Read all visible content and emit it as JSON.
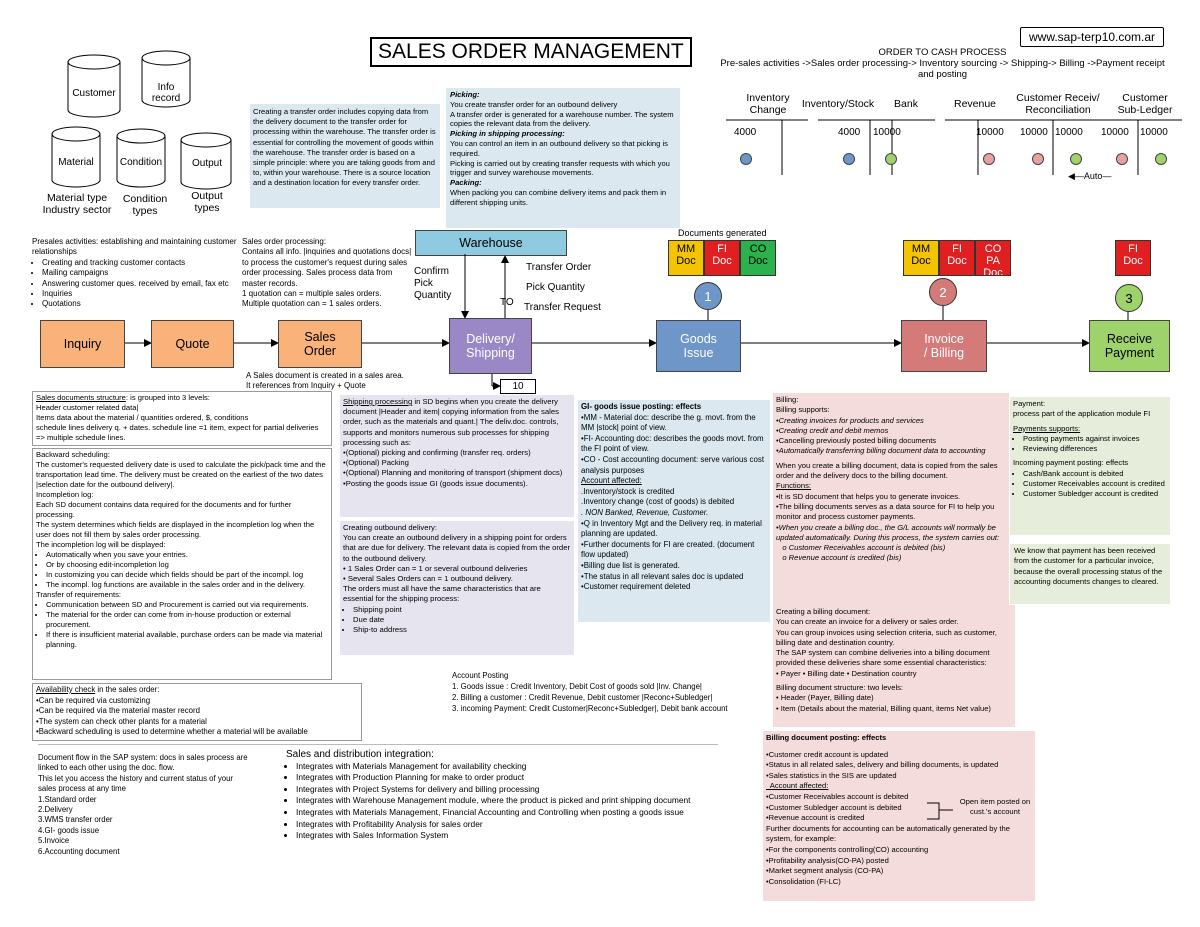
{
  "title": "SALES ORDER MANAGEMENT",
  "url": "www.sap-terp10.com.ar",
  "otc": {
    "heading": "ORDER TO CASH PROCESS",
    "line1": "Pre-sales activities ->Sales order processing-> Inventory sourcing -> Shipping-> Billing ->Payment receipt",
    "line2": "and posting"
  },
  "cylinders": {
    "customer": "Customer",
    "info": "Info\nrecord",
    "material": "Material",
    "condition": "Condition",
    "output": "Output",
    "material_caption": "Material type\nIndustry sector",
    "condition_caption": "Condition\ntypes",
    "output_caption": "Output\ntypes"
  },
  "transfer_box": "Creating a transfer order includes copying data from the delivery document to the transfer order for processing within the warehouse. The transfer order is essential for controlling the movement of goods within the warehouse. The transfer order is based on a simple principle: where you are taking goods from and to, within your warehouse. There is a source location and a destination location for every transfer order.",
  "picking_box": {
    "h1": "Picking:",
    "p1": "You create transfer order for an outbound delivery\nA transfer order is generated for a warehouse number. The system copies the relevant data from the delivery.",
    "h2": "Picking in shipping processing:",
    "p2": "You can control an item in an outbound delivery so that picking is required.\nPicking is carried out by creating transfer requests with which you trigger and survey warehouse movements.",
    "h3": "Packing:",
    "p3": "When packing you can combine delivery items and pack them in different shipping units."
  },
  "accounts": {
    "cols": [
      "Inventory\nChange",
      "Inventory/Stock",
      "Bank",
      "Revenue",
      "Customer Receiv/\nReconciliation",
      "Customer\nSub-Ledger"
    ],
    "values": [
      "4000",
      "4000",
      "10000",
      "10000",
      "10000",
      "10000",
      "10000",
      "10000"
    ],
    "auto": "Auto"
  },
  "docs_generated": "Documents generated",
  "doc_tags": {
    "mm": "MM\nDoc",
    "fi": "FI\nDoc",
    "co": "CO\nDoc",
    "mm2": "MM\nDoc",
    "fi2": "FI\nDoc",
    "copa": "CO\nPA\nDoc",
    "fi3": "FI\nDoc"
  },
  "warehouse": "Warehouse",
  "confirm": "Confirm\nPick\nQuantity",
  "transfer_order": "Transfer Order",
  "pick_qty": "Pick Quantity",
  "to": "TO",
  "transfer_request": "Transfer Request",
  "steps": {
    "inquiry": "Inquiry",
    "quote": "Quote",
    "sales_order": "Sales\nOrder",
    "delivery": "Delivery/\nShipping",
    "goods": "Goods\nIssue",
    "invoice": "Invoice\n/ Billing",
    "receive": "Receive\nPayment"
  },
  "markers": {
    "m1": "1",
    "m2": "2",
    "m3": "3",
    "m10": "10"
  },
  "presales": {
    "h": "Presales activities: establishing and maintaining customer relationships",
    "items": [
      "Creating and tracking customer contacts",
      "Mailing campaigns",
      "Answering customer ques. received by email, fax etc",
      "Inquiries",
      "Quotations"
    ]
  },
  "sop": {
    "text": "Sales order processing:\nContains all info. |inquiries and quotations docs| to process the customer's request during sales order processing. Sales process data from master records.\n1 quotation can = multiple sales orders.\nMultiple quotation can = 1 sales orders."
  },
  "sales_doc_note": "A Sales document is created in a sales area.\nIt references from Inquiry + Quote",
  "left_col": {
    "structure_h": "Sales documents structure",
    "structure_h2": ": is grouped into 3 levels:",
    "structure_items": [
      "Header        customer related data|",
      "Items           data about the material / quantities ordered, $, conditions",
      "schedule lines delivery q. + dates. schedule line =1 item, expect for partial deliveries => multiple schedule lines."
    ],
    "backward_h": "Backward scheduling:",
    "backward_t": "The customer's requested delivery date is used to calculate the pick/pack time and the transportation lead time. The delivery must be created on the earliest of the two dates |selection date for the outbound delivery|.",
    "incomp_h": "Incompletion log:",
    "incomp_t": "Each SD document contains data required for the documents and for further processing.\nThe system determines which fields are displayed in the incompletion log when the user does not fill them by sales order processing.\nThe incompletion log will be displayed:",
    "incomp_items": [
      "Automatically when you save your entries.",
      "Or by choosing edit-incompletion log",
      "In customizing you can decide which fields should be part of the incompl. log",
      "The incompl. log functions are available in the sales order and in the delivery."
    ],
    "transfer_h": "Transfer of requirements:",
    "transfer_items": [
      "Communication between SD and Procurement is carried out via requirements.",
      "The material for the order can come from in-house production or external procurement.",
      "If there is insufficient material available, purchase orders can be made via material planning."
    ],
    "avail_h": "Availability check",
    "avail_h2": " in the sales order:",
    "avail_items": [
      "•Can be required via customizing",
      "•Can be required via the material master record",
      "•The system can check other plants for a material",
      "•Backward scheduling is used to determine whether a material will be available"
    ],
    "docflow": "Document flow in the SAP system: docs in sales process are linked to each other using the doc. flow.\n This let you access the history and current status of your sales process at any time\n1.Standard order\n2.Delivery\n3.WMS transfer order\n4.GI- goods issue\n5.Invoice\n6.Accounting document"
  },
  "shipping_box": {
    "h": "Shipping processing",
    "t": " in SD begins when you create the delivery document |Header and item| copying information from the sales order, such as the materials and quant.| The deliv.doc. controls, supports and monitors numerous sub processes for shipping processing such as:",
    "items": [
      "•(Optional) picking and confirming (transfer req. orders)",
      "•(Optional) Packing",
      "•(Optional) Planning and monitoring of transport (shipment docs)",
      "•Posting the goods issue GI (goods issue documents)."
    ]
  },
  "outbound_box": {
    "h": "Creating outbound delivery:",
    "t": "You can create an outbound delivery in a shipping point for orders that are due for delivery. The relevant data is copied from the order to the outbound delivery.\n• 1 Sales Order can = 1 or several outbound deliveries\n• Several Sales Orders can = 1 outbound delivery.\nThe orders must all have the same characteristics that are essential for the shipping process:",
    "items": [
      "Shipping point",
      "Due date",
      "Ship-to address"
    ]
  },
  "gi_box": {
    "h": "GI- goods issue posting: effects",
    "items": [
      "•MM - Material doc: describe the g. movt. from the MM |stock| point of view.",
      "•FI- Accounting doc: describes the goods movt. from the FI point of view.",
      "•CO - Cost accounting document: serve various cost analysis purposes",
      " Account affected:",
      "  .Inventory/stock is credited",
      "  .Inventory change (cost of goods) is debited",
      "  . NON Banked, Revenue, Customer.",
      "•Q in Inventory Mgt and the Delivery req. in material planning are updated.",
      "•Further documents for FI are created. (document flow updated)",
      "•Billing due list is generated.",
      "•The status in all relevant sales doc is updated",
      "•Customer requirement deleted"
    ]
  },
  "account_posting": {
    "h": "Account Posting",
    "items": [
      "1. Goods issue : Credit Inventory, Debit Cost of goods sold |Inv. Change|",
      "2. Billing a customer : Credit Revenue, Debit customer |Reconc+Subledger|",
      "3. incoming Payment: Credit Customer|Reconc+Subledger|, Debit bank account"
    ]
  },
  "billing_box": {
    "h": "Billing:",
    "h2": "Billing supports:",
    "items": [
      "•Creating invoices for products and services",
      "•Creating credit and debit memos",
      "•Cancelling previously posted billing documents",
      "•Automatically transferring billing document data to accounting"
    ],
    "t": "When you create a billing document, data is copied from the sales order and the delivery docs to the billing document.",
    "fh": "Functions:",
    "fitems": [
      "•It is SD document that helps you to generate invoices.",
      "•The billing documents serves as a data source for FI to help you monitor and process customer payments.",
      "•When you create a billing doc., the G/L accounts will normally be updated automatically. During this process, the system carries out:",
      "   o Customer Receivables account is debited (bis)",
      "   o Revenue account is credited (bis)"
    ]
  },
  "payment_box": {
    "h": "Payment:",
    "t": "process  part of the application module FI",
    "h2": "Payments supports:",
    "items": [
      "Posting payments against invoices",
      "Reviewing differences"
    ],
    "h3": "Incoming payment posting: effects",
    "items2": [
      "Cash/Bank account is debited",
      "Customer Receivables account is credited",
      "Customer Subledger account is credited"
    ]
  },
  "payment_note": "We know that payment has been received from the customer for a particular invoice, because the overall processing status of the accounting documents changes to cleared.",
  "create_billing": {
    "h": "Creating a billing document:",
    "t": "You can create an invoice for a delivery or sales order.\nYou can group invoices using selection criteria, such as customer, billing date and destination country.\nThe SAP system can combine deliveries into a billing document provided these deliveries share some essential characteristics:\n• Payer  • Billing date   • Destination country",
    "h2": "Billing document structure:  two levels:",
    "items": [
      "• Header (Payer, Billing date)",
      "• Item (Details about the material, Billing quant, items  Net value)"
    ]
  },
  "billing_posting": {
    "h": "Billing document posting: effects",
    "items": [
      "•Customer credit account is updated",
      "•Status in all related sales, delivery and billing documents, is updated",
      "•Sales statistics in the SIS are updated",
      "  Account affected:",
      "•Customer Receivables account is debited",
      "•Customer Subledger account is debited",
      "•Revenue account is credited",
      "Further documents for accounting can be automatically generated by the system, for example:",
      "•For the components controlling(CO) accounting",
      "•Profitability analysis(CO-PA) posted",
      "•Market segment analysis (CO-PA)",
      "•Consolidation (FI-LC)"
    ],
    "open_item": "Open item posted on\ncust.'s account"
  },
  "integration": {
    "h": "Sales and distribution integration:",
    "items": [
      "Integrates with Materials Management for availability checking",
      "Integrates with Production Planning for make to order product",
      "Integrates with Project Systems for delivery and billing processing",
      "Integrates with Warehouse Management module, where the product is picked and print shipping document",
      "Integrates with Materials Management, Financial Accounting and Controlling when posting a goods issue",
      "Integrates with Profitability Analysis for sales order",
      "Integrates with Sales Information System"
    ]
  },
  "colors": {
    "orange": "#f8b27a",
    "purple": "#9a88c6",
    "blue": "#6f96c8",
    "red": "#d47a78",
    "green": "#9ed26b",
    "yellow": "#f5c400",
    "docred": "#e02020",
    "docgreen": "#2bb24c",
    "lightblue": "#dbe8ef",
    "lightpurple": "#e6e4ef",
    "lightpink": "#f4dcdc",
    "lightgreen": "#e6eedb"
  }
}
